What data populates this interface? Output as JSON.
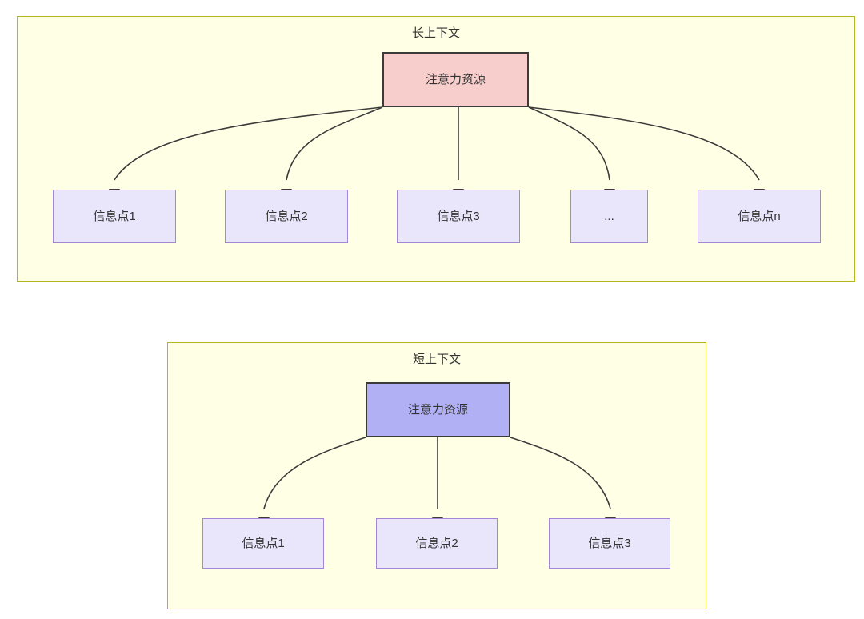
{
  "diagram": {
    "title_text_color": "#333333",
    "groups": [
      {
        "id": "long",
        "title": "长上下文",
        "background": "#ffffe6",
        "border": "#b5b51f",
        "root": {
          "label": "注意力资源",
          "fill": "#f8cecc",
          "border": "#3b3b3b"
        },
        "children": [
          {
            "label": "信息点1",
            "fill": "#e9e6fb",
            "border": "#a485d6"
          },
          {
            "label": "信息点2",
            "fill": "#e9e6fb",
            "border": "#a485d6"
          },
          {
            "label": "信息点3",
            "fill": "#e9e6fb",
            "border": "#a485d6"
          },
          {
            "label": "...",
            "fill": "#e9e6fb",
            "border": "#a485d6"
          },
          {
            "label": "信息点n",
            "fill": "#e9e6fb",
            "border": "#a485d6"
          }
        ]
      },
      {
        "id": "short",
        "title": "短上下文",
        "background": "#ffffe6",
        "border": "#b5b51f",
        "root": {
          "label": "注意力资源",
          "fill": "#b1b0f5",
          "border": "#3b3b3b"
        },
        "children": [
          {
            "label": "信息点1",
            "fill": "#e9e6fb",
            "border": "#a485d6"
          },
          {
            "label": "信息点2",
            "fill": "#e9e6fb",
            "border": "#a485d6"
          },
          {
            "label": "信息点3",
            "fill": "#e9e6fb",
            "border": "#a485d6"
          }
        ]
      }
    ],
    "edge_color": "#3b3b3b",
    "arrow_style": "filled-triangle"
  }
}
